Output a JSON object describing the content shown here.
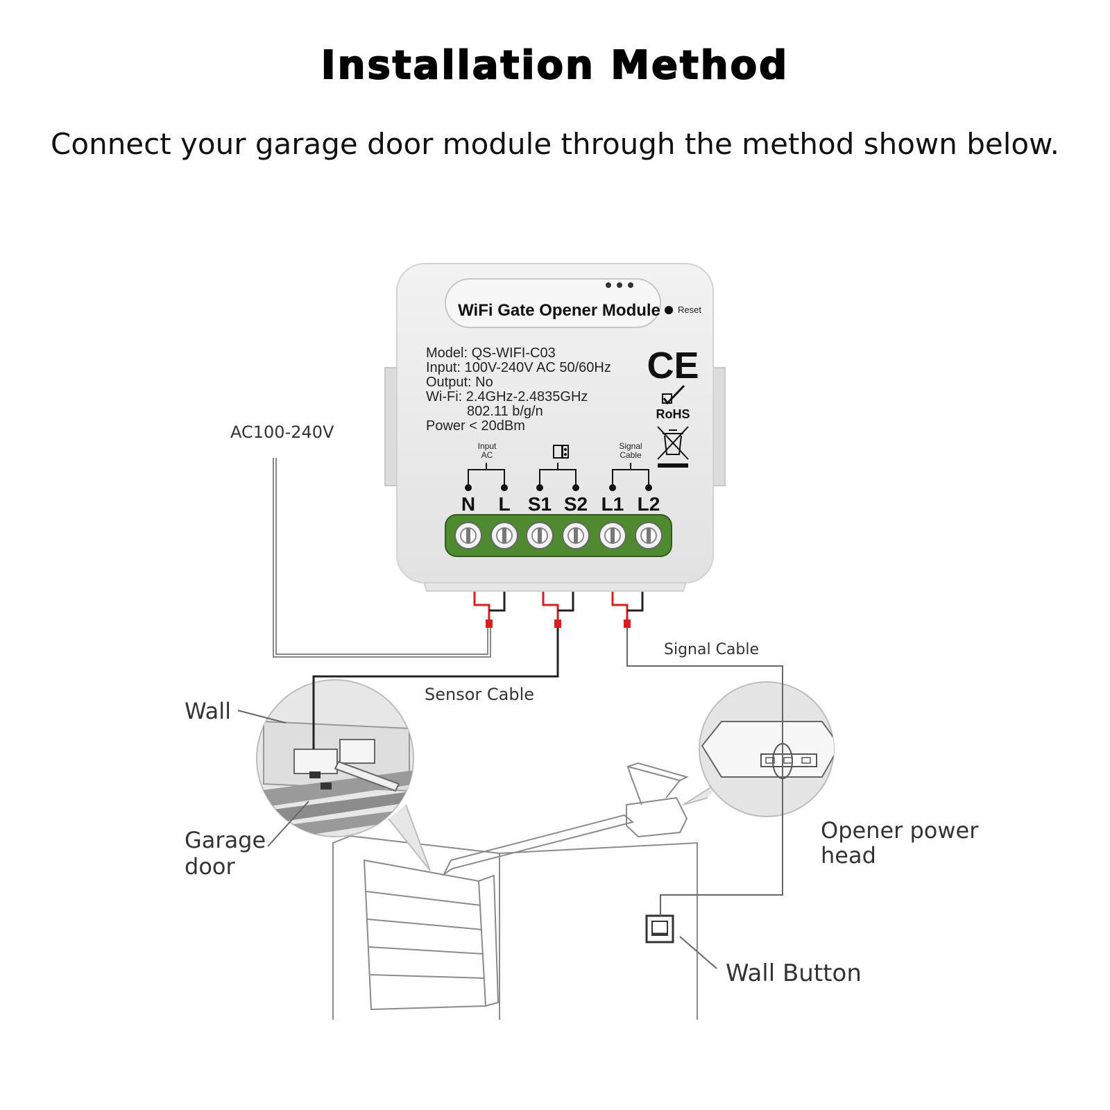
{
  "header": {
    "title": "Installation Method",
    "subtitle": "Connect your garage door module through the method shown below."
  },
  "module": {
    "name": "WiFi Gate Opener Module",
    "reset_label": "Reset",
    "specs": {
      "model": "Model: QS-WIFI-C03",
      "input": "Input: 100V-240V AC 50/60Hz",
      "output": "Output: No",
      "wifi": "Wi-Fi: 2.4GHz-2.4835GHz",
      "wifi_std": "802.11 b/g/n",
      "power": "Power < 20dBm"
    },
    "cert_ce": "CE",
    "cert_rohs": "RoHS",
    "group_input_line1": "Input",
    "group_input_line2": "AC",
    "group_signal_line1": "Signal",
    "group_signal_line2": "Cable",
    "terminals": [
      "N",
      "L",
      "S1",
      "S2",
      "L1",
      "L2"
    ]
  },
  "labels": {
    "ac": "AC100-240V",
    "signal_cable": "Signal Cable",
    "sensor_cable": "Sensor Cable",
    "wall": "Wall",
    "garage_door_line1": "Garage",
    "garage_door_line2": "door",
    "opener_line1": "Opener power",
    "opener_line2": "head",
    "wall_button": "Wall Button"
  }
}
